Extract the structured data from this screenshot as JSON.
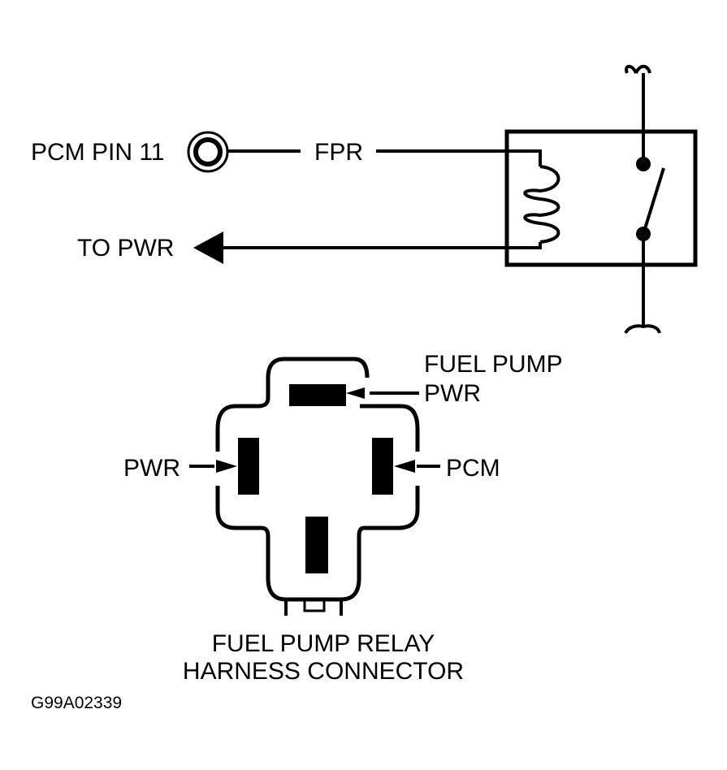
{
  "schematic": {
    "pcm_pin_label": "PCM PIN 11",
    "fpr_label": "FPR",
    "to_pwr_label": "TO PWR"
  },
  "connector": {
    "top_label_line1": "FUEL PUMP",
    "top_label_line2": "PWR",
    "left_label": "PWR",
    "right_label": "PCM",
    "title_line1": "FUEL PUMP RELAY",
    "title_line2": "HARNESS CONNECTOR"
  },
  "figure_id": "G99A02339"
}
